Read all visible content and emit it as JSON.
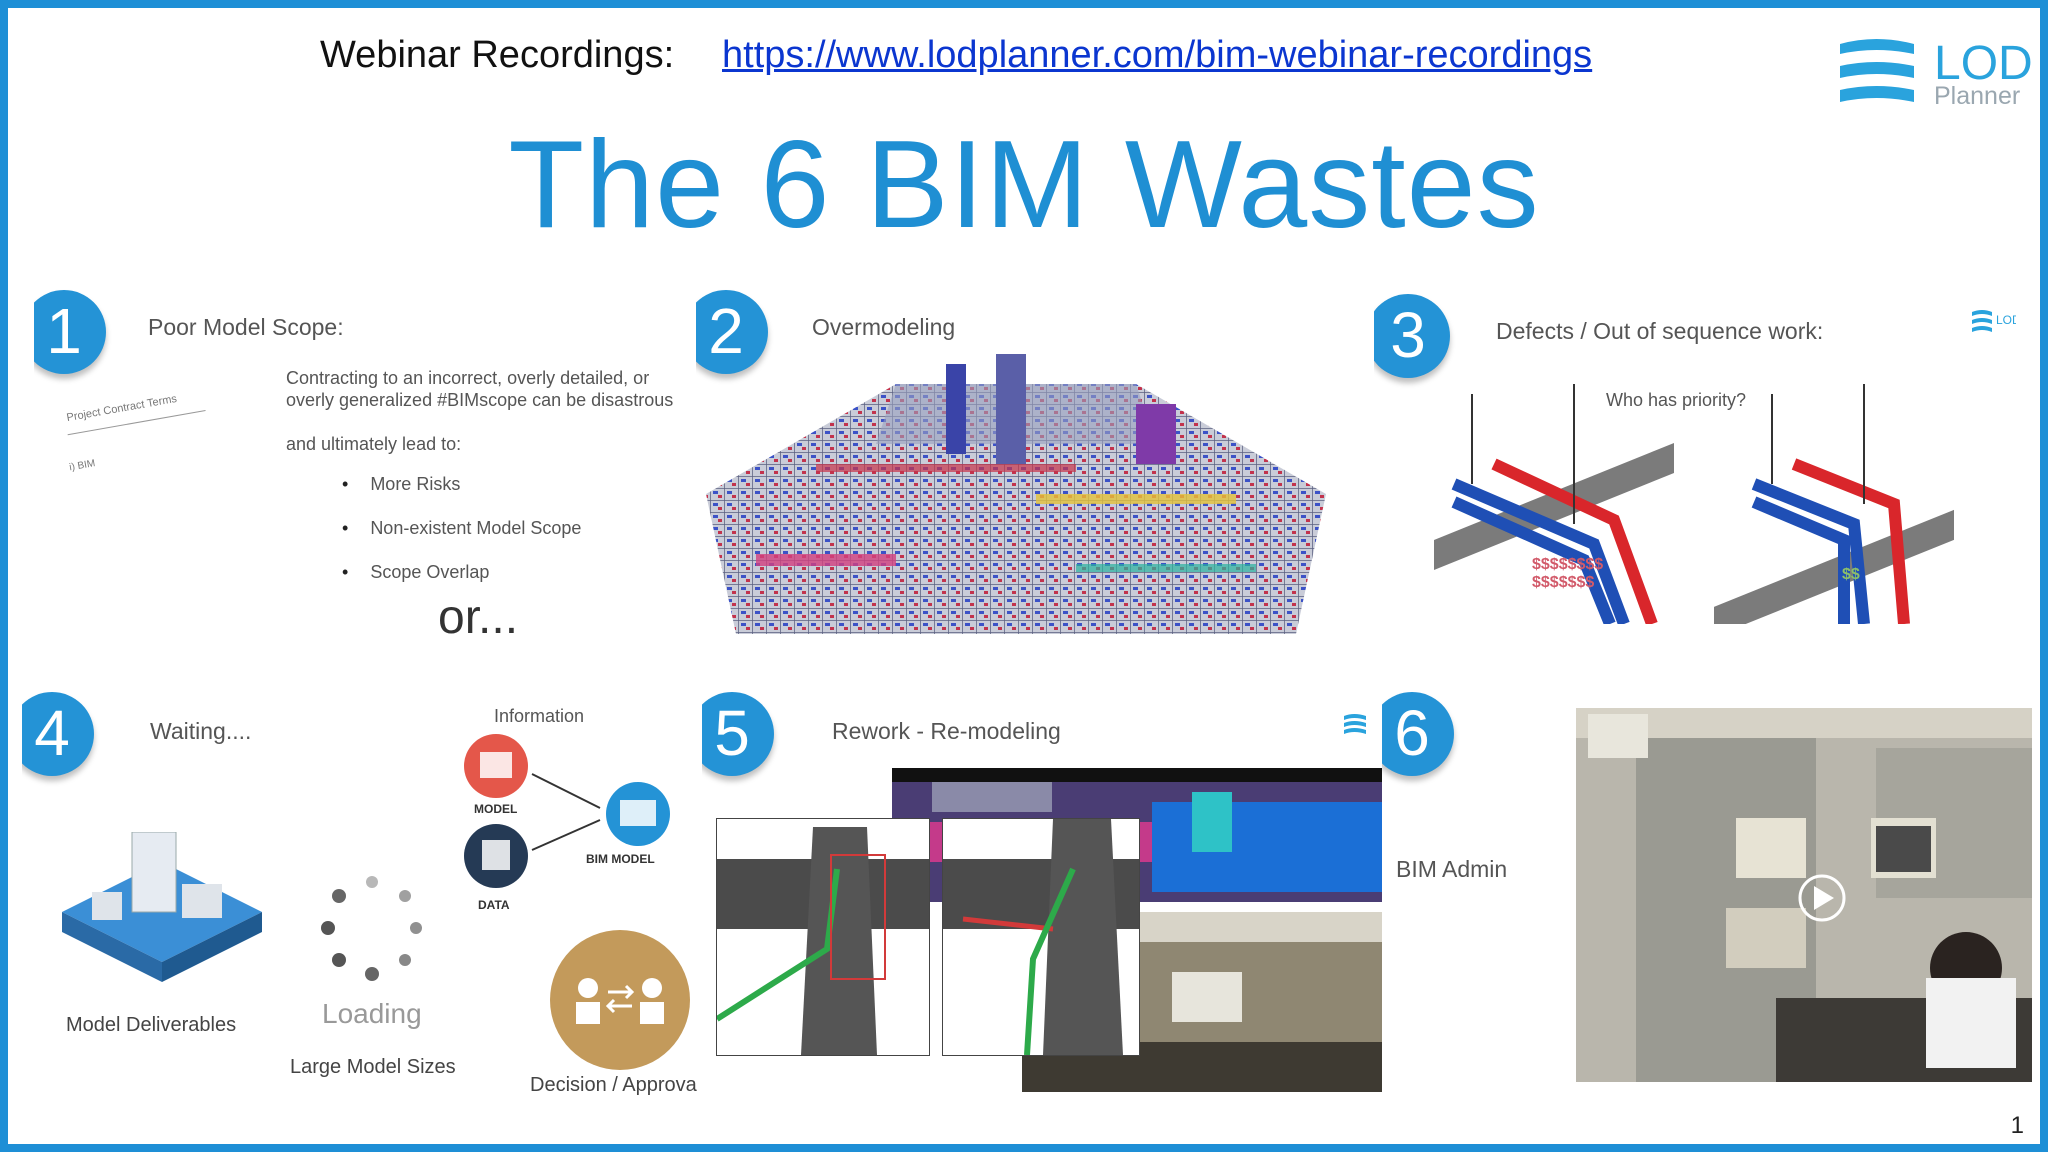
{
  "header": {
    "label": "Webinar Recordings:",
    "link": "https://www.lodplanner.com/bim-webinar-recordings"
  },
  "logo": {
    "line1": "LOD",
    "line2": "Planner"
  },
  "title": "The 6 BIM Wastes",
  "panels": [
    {
      "number": "1",
      "title": "Poor Model Scope:",
      "body1": "Contracting to an incorrect, overly detailed, or",
      "body2": "overly generalized #BIMscope can be disastrous",
      "lead": "and ultimately lead to:",
      "bullets": [
        "More Risks",
        "Non-existent Model Scope",
        "Scope Overlap"
      ],
      "or_text": "or...",
      "doc_line1": "Project Contract Terms",
      "doc_line2": "i) BIM"
    },
    {
      "number": "2",
      "title": "Overmodeling"
    },
    {
      "number": "3",
      "title": "Defects / Out of sequence work:",
      "subtitle": "Who has priority?",
      "cost_high": "$$$$$$$$",
      "cost_high2": "$$$$$$$",
      "cost_low": "$$"
    },
    {
      "number": "4",
      "title": "Waiting....",
      "info_label": "Information",
      "model_label": "MODEL",
      "data_label": "DATA",
      "bim_label": "BIM MODEL",
      "deliverables_label": "Model Deliverables",
      "loading_label": "Loading",
      "sizes_label": "Large Model Sizes",
      "decision_label": "Decision / Approva"
    },
    {
      "number": "5",
      "title": "Rework - Re-modeling"
    },
    {
      "number": "6",
      "title": "BIM Admin"
    }
  ],
  "page_number": "1",
  "colors": {
    "accent": "#1f8fd3",
    "border": "#1e8fd6",
    "pipe_red": "#d9262b",
    "pipe_blue": "#1f4fb5"
  }
}
